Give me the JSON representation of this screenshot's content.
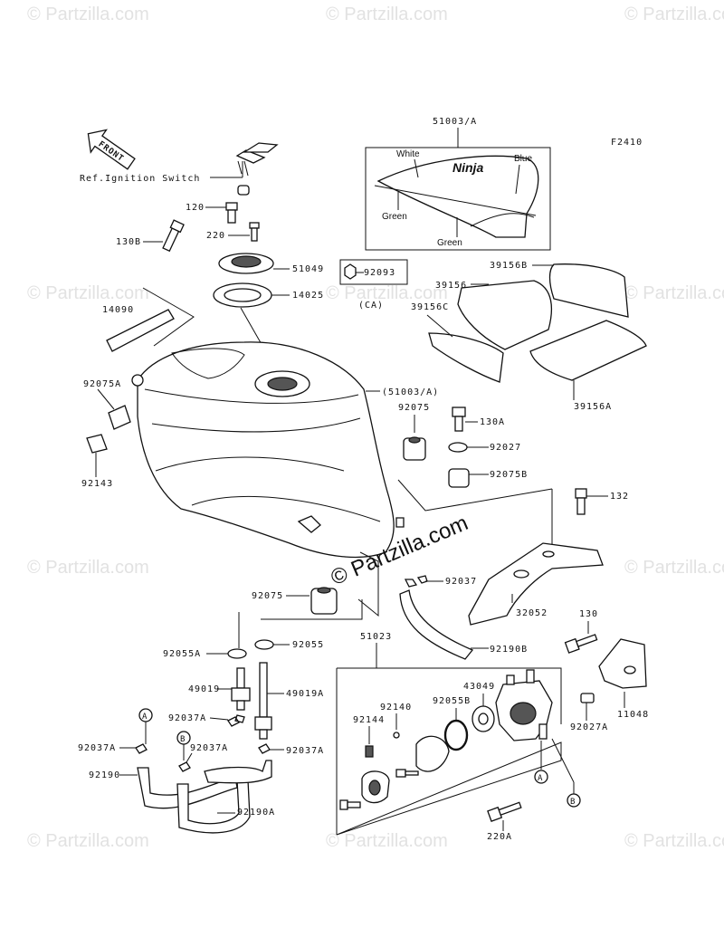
{
  "figure_code": "F2410",
  "front_label": "FRONT",
  "ignition_label": "Ref.Ignition Switch",
  "watermark": "© Partzilla.com",
  "decal_colors": {
    "white": "White",
    "blue": "Blue",
    "green1": "Green",
    "green2": "Green"
  },
  "decal_logo": "Ninja",
  "callouts": {
    "p51003A": "51003/A",
    "p51003A_ref": "(51003/A)",
    "p120": "120",
    "p220": "220",
    "p130B": "130B",
    "p51049": "51049",
    "p14025": "14025",
    "p92093": "92093",
    "pCA": "(CA)",
    "p14090": "14090",
    "p92075A": "92075A",
    "p92143": "92143",
    "p39156B": "39156B",
    "p39156": "39156",
    "p39156C": "39156C",
    "p39156A": "39156A",
    "p92075_top": "92075",
    "p130A": "130A",
    "p92027": "92027",
    "p92075B": "92075B",
    "p132": "132",
    "p92037": "92037",
    "p32052": "32052",
    "p92075_low": "92075",
    "p92190B": "92190B",
    "p92055A": "92055A",
    "p92055": "92055",
    "p51023": "51023",
    "p130": "130",
    "p49019": "49019",
    "p49019A": "49019A",
    "p43049": "43049",
    "p92140": "92140",
    "p92055B": "92055B",
    "p92144": "92144",
    "p11048": "11048",
    "p92027A": "92027A",
    "p92037A_1": "92037A",
    "p92037A_2": "92037A",
    "p92037A_3": "92037A",
    "p92037A_4": "92037A",
    "p92190": "92190",
    "p92190A": "92190A",
    "p220A": "220A",
    "refA_1": "A",
    "refA_2": "A",
    "refB_1": "B",
    "refB_2": "B"
  }
}
